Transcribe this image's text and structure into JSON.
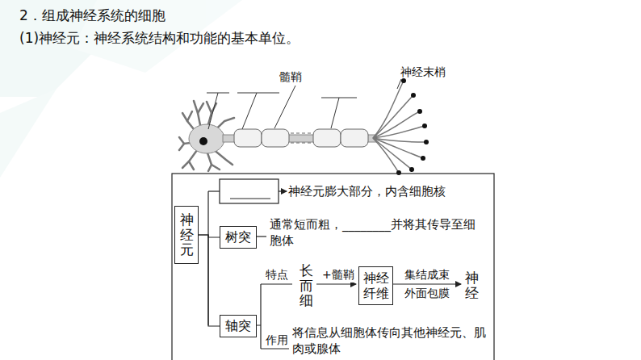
{
  "diagram": {
    "title": "2．组成神经系统的细胞",
    "nodes": [
      {
        "text": [
          "神经元"
        ]
      },
      {
        "text": [
          "树突"
        ]
      },
      {
        "text": [
          "轴突"
        ]
      },
      {
        "text": [
          "神经纤维"
        ]
      }
    ],
    "edges": [
      {
        "from": 0,
        "to": 1,
        "arrow": "none"
      },
      {
        "from": 0,
        "to": 2,
        "arrow": "none"
      }
    ],
    "labels": [
      "(1)神经元：神经系统结构和功能的基本单位。",
      "髓鞘",
      "神经末梢",
      "神经元膨大部分，内含细胞核",
      "通常短而粗，________并将其传导至细胞体",
      "特点",
      "长而细",
      "+髓鞘",
      "集结成束",
      "外面包膜",
      "神经",
      "作用",
      "将信息从细胞体传向其他神经元、肌肉或腺体"
    ]
  }
}
